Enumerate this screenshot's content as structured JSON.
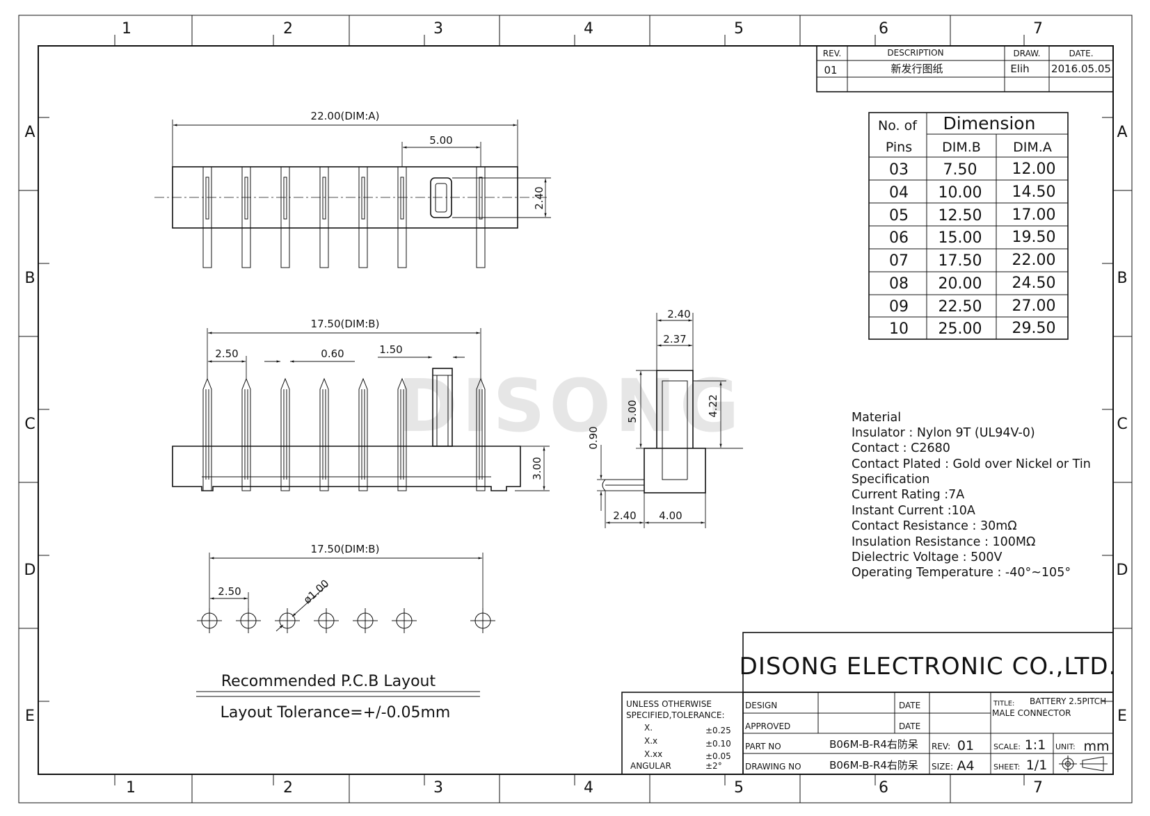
{
  "zone_columns": [
    "1",
    "2",
    "3",
    "4",
    "5",
    "6",
    "7"
  ],
  "zone_rows": [
    "A",
    "B",
    "C",
    "D",
    "E"
  ],
  "revision_table": {
    "headers": [
      "REV.",
      "DESCRIPTION",
      "DRAW.",
      "DATE."
    ],
    "row": [
      "01",
      "新发行图纸",
      "Elih",
      "2016.05.05"
    ]
  },
  "dimension_table": {
    "header_no_of": "No. of",
    "header_pins": "Pins",
    "header_dimension": "Dimension",
    "col_b": "DIM.B",
    "col_a": "DIM.A",
    "rows": [
      [
        "03",
        "7.50",
        "12.00"
      ],
      [
        "04",
        "10.00",
        "14.50"
      ],
      [
        "05",
        "12.50",
        "17.00"
      ],
      [
        "06",
        "15.00",
        "19.50"
      ],
      [
        "07",
        "17.50",
        "22.00"
      ],
      [
        "08",
        "20.00",
        "24.50"
      ],
      [
        "09",
        "22.50",
        "27.00"
      ],
      [
        "10",
        "25.00",
        "29.50"
      ]
    ]
  },
  "top_view": {
    "dim_overall": "22.00(DIM:A)",
    "dim_pitch_key": "5.00",
    "dim_height": "2.40"
  },
  "front_view": {
    "dim_overall": "17.50(DIM:B)",
    "dim_pitch": "2.50",
    "dim_pin_width": "0.60",
    "dim_key_width": "1.50",
    "dim_height": "3.00"
  },
  "side_view": {
    "dim_top_outer": "2.40",
    "dim_top_inner": "2.37",
    "dim_left_height": "5.00",
    "dim_right_height": "4.22",
    "dim_bend": "0.90",
    "dim_tail": "2.40",
    "dim_base": "4.00"
  },
  "pcb_layout": {
    "dim_overall": "17.50(DIM:B)",
    "dim_pitch": "2.50",
    "dim_hole": "ø1.00",
    "title": "Recommended P.C.B Layout",
    "tolerance": "Layout Tolerance=+/-0.05mm"
  },
  "watermark": "DISONG",
  "material": {
    "lines": [
      "Material",
      "Insulator : Nylon 9T (UL94V-0)",
      "Contact : C2680",
      "Contact Plated : Gold over Nickel or Tin",
      "Specification",
      "Current Rating :7A",
      "Instant Current :10A",
      "Contact Resistance : 30mΩ",
      "Insulation Resistance : 100MΩ",
      "Dielectric  Voltage : 500V",
      "Operating Temperature : -40°~105°"
    ]
  },
  "title_block": {
    "company": "DISONG ELECTRONIC CO.,LTD.",
    "tolerance_heading_1": "UNLESS OTHERWISE",
    "tolerance_heading_2": "SPECIFIED,TOLERANCE:",
    "tolerances": [
      [
        "X.",
        "±0.25"
      ],
      [
        "X.x",
        "±0.10"
      ],
      [
        "X.xx",
        "±0.05"
      ],
      [
        "ANGULAR",
        "±2°"
      ]
    ],
    "design_label": "DESIGN",
    "approved_label": "APPROVED",
    "date_label": "DATE",
    "part_no_label": "PART NO",
    "part_no": "B06M-B-R4右防呆",
    "drawing_no_label": "DRAWING NO",
    "drawing_no": "B06M-B-R4右防呆",
    "rev_label": "REV:",
    "rev": "01",
    "size_label": "SIZE:",
    "size": "A4",
    "title_label": "TITLE:",
    "title_1": "BATTERY 2.5PITCH",
    "title_2": "MALE CONNECTOR",
    "scale_label": "SCALE:",
    "scale": "1:1",
    "unit_label": "UNIT:",
    "unit": "mm",
    "sheet_label": "SHEET:",
    "sheet": "1/1"
  }
}
